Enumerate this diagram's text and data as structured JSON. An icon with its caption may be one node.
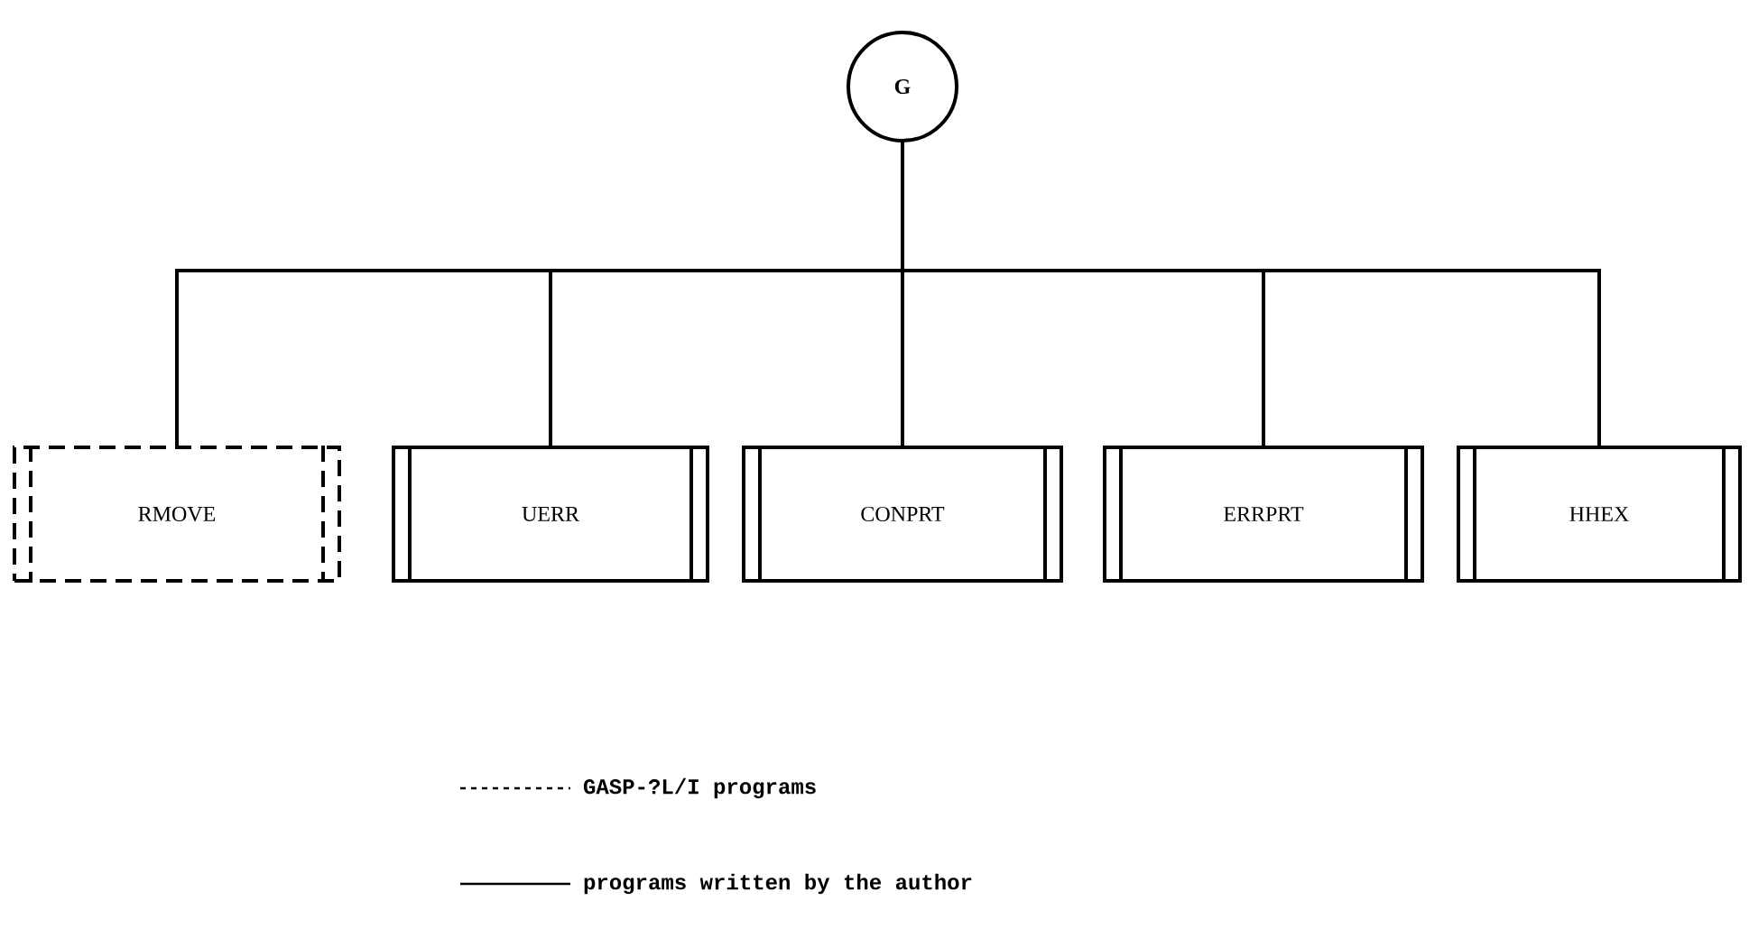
{
  "diagram": {
    "nodes": [
      {
        "text": [
          "G"
        ]
      },
      {
        "text": [
          "RMOVE"
        ]
      },
      {
        "text": [
          "UERR"
        ]
      },
      {
        "text": [
          "CONPRT"
        ]
      },
      {
        "text": [
          "ERRPRT"
        ]
      },
      {
        "text": [
          "HHEX"
        ]
      }
    ],
    "edges": [
      {
        "from": 0,
        "to": 1,
        "arrow": "none"
      },
      {
        "from": 0,
        "to": 2,
        "arrow": "none"
      },
      {
        "from": 0,
        "to": 3,
        "arrow": "none"
      },
      {
        "from": 0,
        "to": 4,
        "arrow": "none"
      },
      {
        "from": 0,
        "to": 5,
        "arrow": "none"
      }
    ],
    "legend": [
      {
        "text": "GASP-?L/I programs"
      },
      {
        "text": "programs written by the author"
      }
    ]
  }
}
